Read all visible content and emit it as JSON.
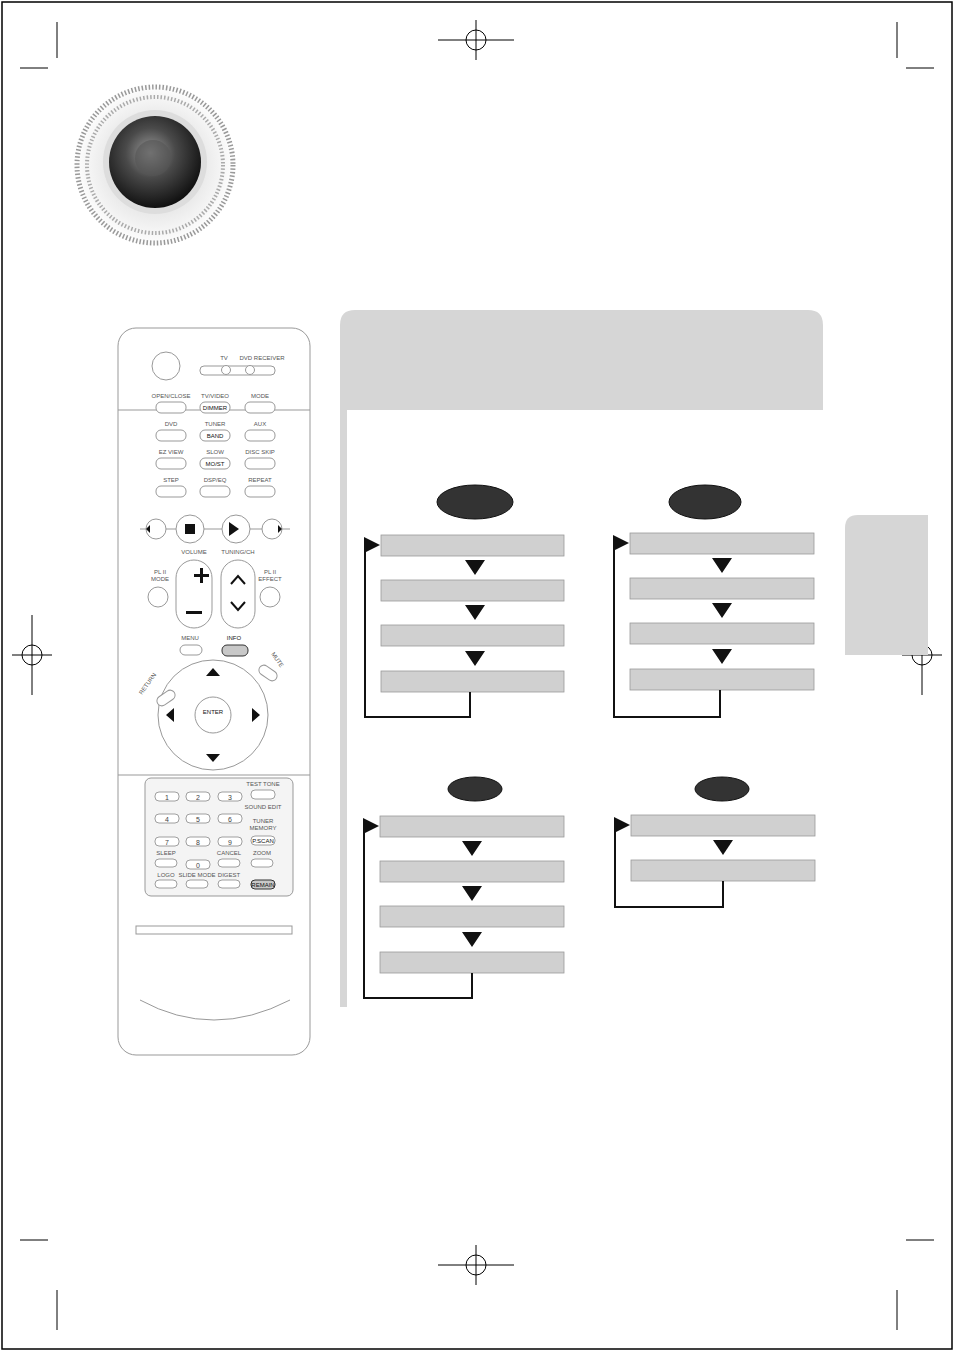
{
  "diagram": {
    "labels": [
      "TV",
      "DVD RECEIVER",
      "OPEN/CLOSE",
      "TV/VIDEO",
      "DIMMER",
      "MODE",
      "DVD",
      "TUNER",
      "BAND",
      "AUX",
      "EZ VIEW",
      "SLOW",
      "MO/ST",
      "DISC SKIP",
      "STEP",
      "DSP/EQ",
      "REPEAT",
      "VOLUME",
      "TUNING/CH",
      "PL II MODE",
      "PL II EFFECT",
      "MENU",
      "INFO",
      "RETURN",
      "MUTE",
      "ENTER",
      "TEST TONE",
      "SOUND EDIT",
      "TUNER MEMORY",
      "P.SCAN",
      "1",
      "2",
      "3",
      "4",
      "5",
      "6",
      "7",
      "8",
      "9",
      "0",
      "SLEEP",
      "CANCEL",
      "ZOOM",
      "LOGO",
      "SLIDE MODE",
      "DIGEST",
      "REMAIN"
    ]
  }
}
